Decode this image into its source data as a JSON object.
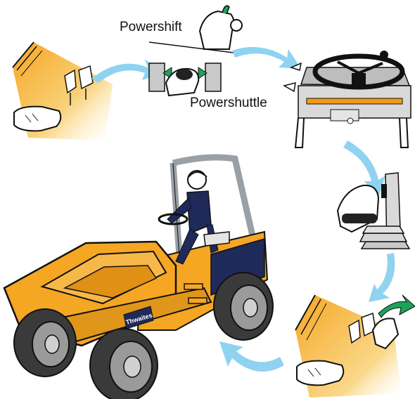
{
  "labels": {
    "powershift": "Powershift",
    "powershuttle": "Powershuttle"
  },
  "brand": {
    "logo_text": "Thwaites"
  },
  "colors": {
    "machine_yellow": "#F5A623",
    "arrow_blue": "#8FD3F0",
    "accent_green": "#1BA45A",
    "rop_grey": "#9AA0A6",
    "operator_navy": "#1F2A5A",
    "tyre_dark": "#3A3A3A",
    "panel_orange": "#F39C12"
  },
  "steps": [
    {
      "id": "seat-lever",
      "icon": "foot-on-pedal"
    },
    {
      "id": "gear-select",
      "icon": "hand-on-shuttle-lever"
    },
    {
      "id": "steering-console",
      "icon": "steering-wheel"
    },
    {
      "id": "parking-brake",
      "icon": "hand-on-brake-lever"
    },
    {
      "id": "pedal-release",
      "icon": "foot-on-pedal"
    },
    {
      "id": "dumper-drive",
      "icon": "site-dumper"
    }
  ]
}
